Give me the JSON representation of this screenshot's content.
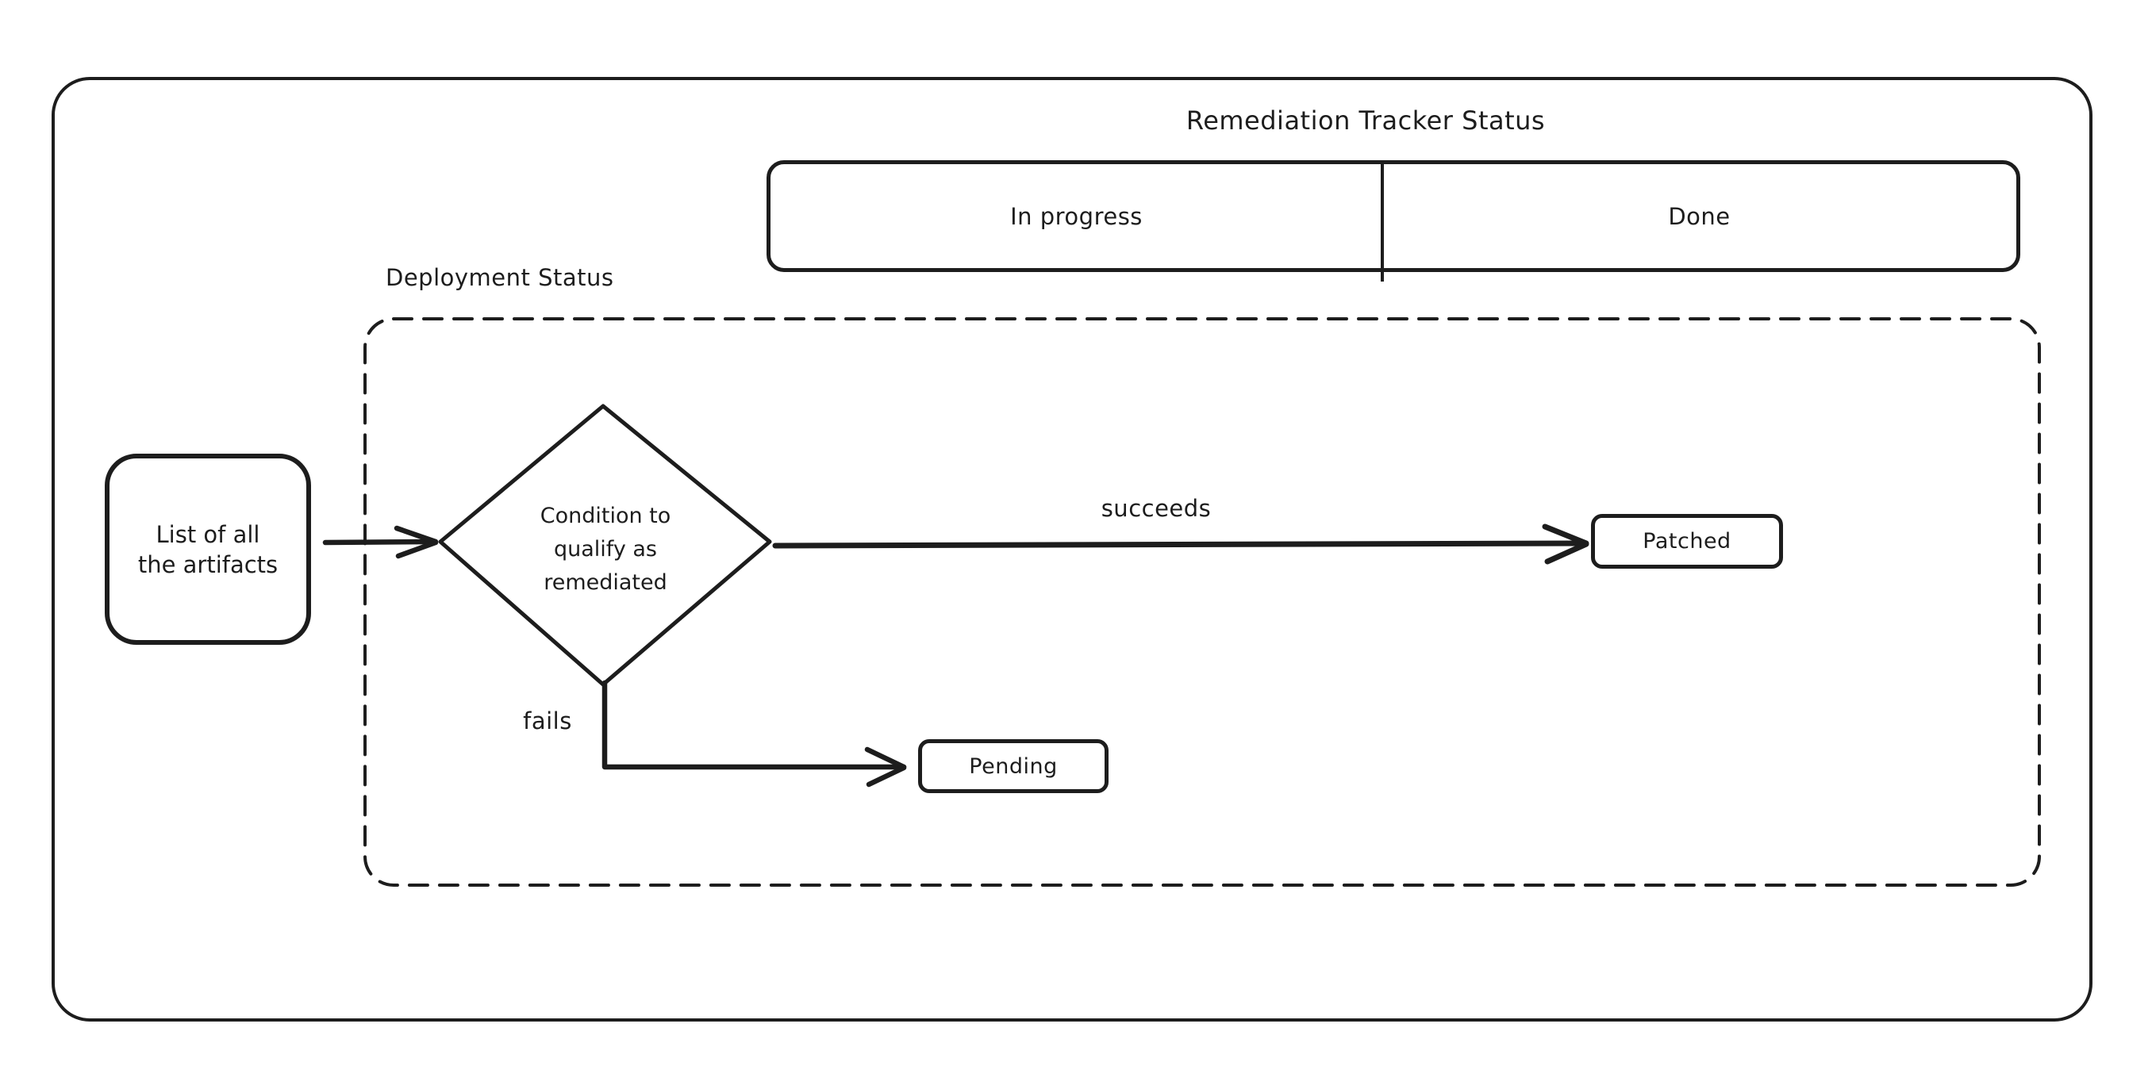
{
  "colors": {
    "ink": "#1d1d1d",
    "background": "#ffffff"
  },
  "title": "Remediation Tracker Status",
  "tracker": {
    "columns": [
      {
        "label": "In progress"
      },
      {
        "label": "Done"
      }
    ]
  },
  "deployment": {
    "label": "Deployment Status",
    "nodes": {
      "artifacts": {
        "lines": [
          "List of all",
          "the artifacts"
        ]
      },
      "condition": {
        "lines": [
          "Condition to",
          "qualify as",
          "remediated"
        ]
      },
      "patched": {
        "label": "Patched"
      },
      "pending": {
        "label": "Pending"
      }
    },
    "edges": {
      "succeeds": {
        "label": "succeeds"
      },
      "fails": {
        "label": "fails"
      }
    }
  }
}
